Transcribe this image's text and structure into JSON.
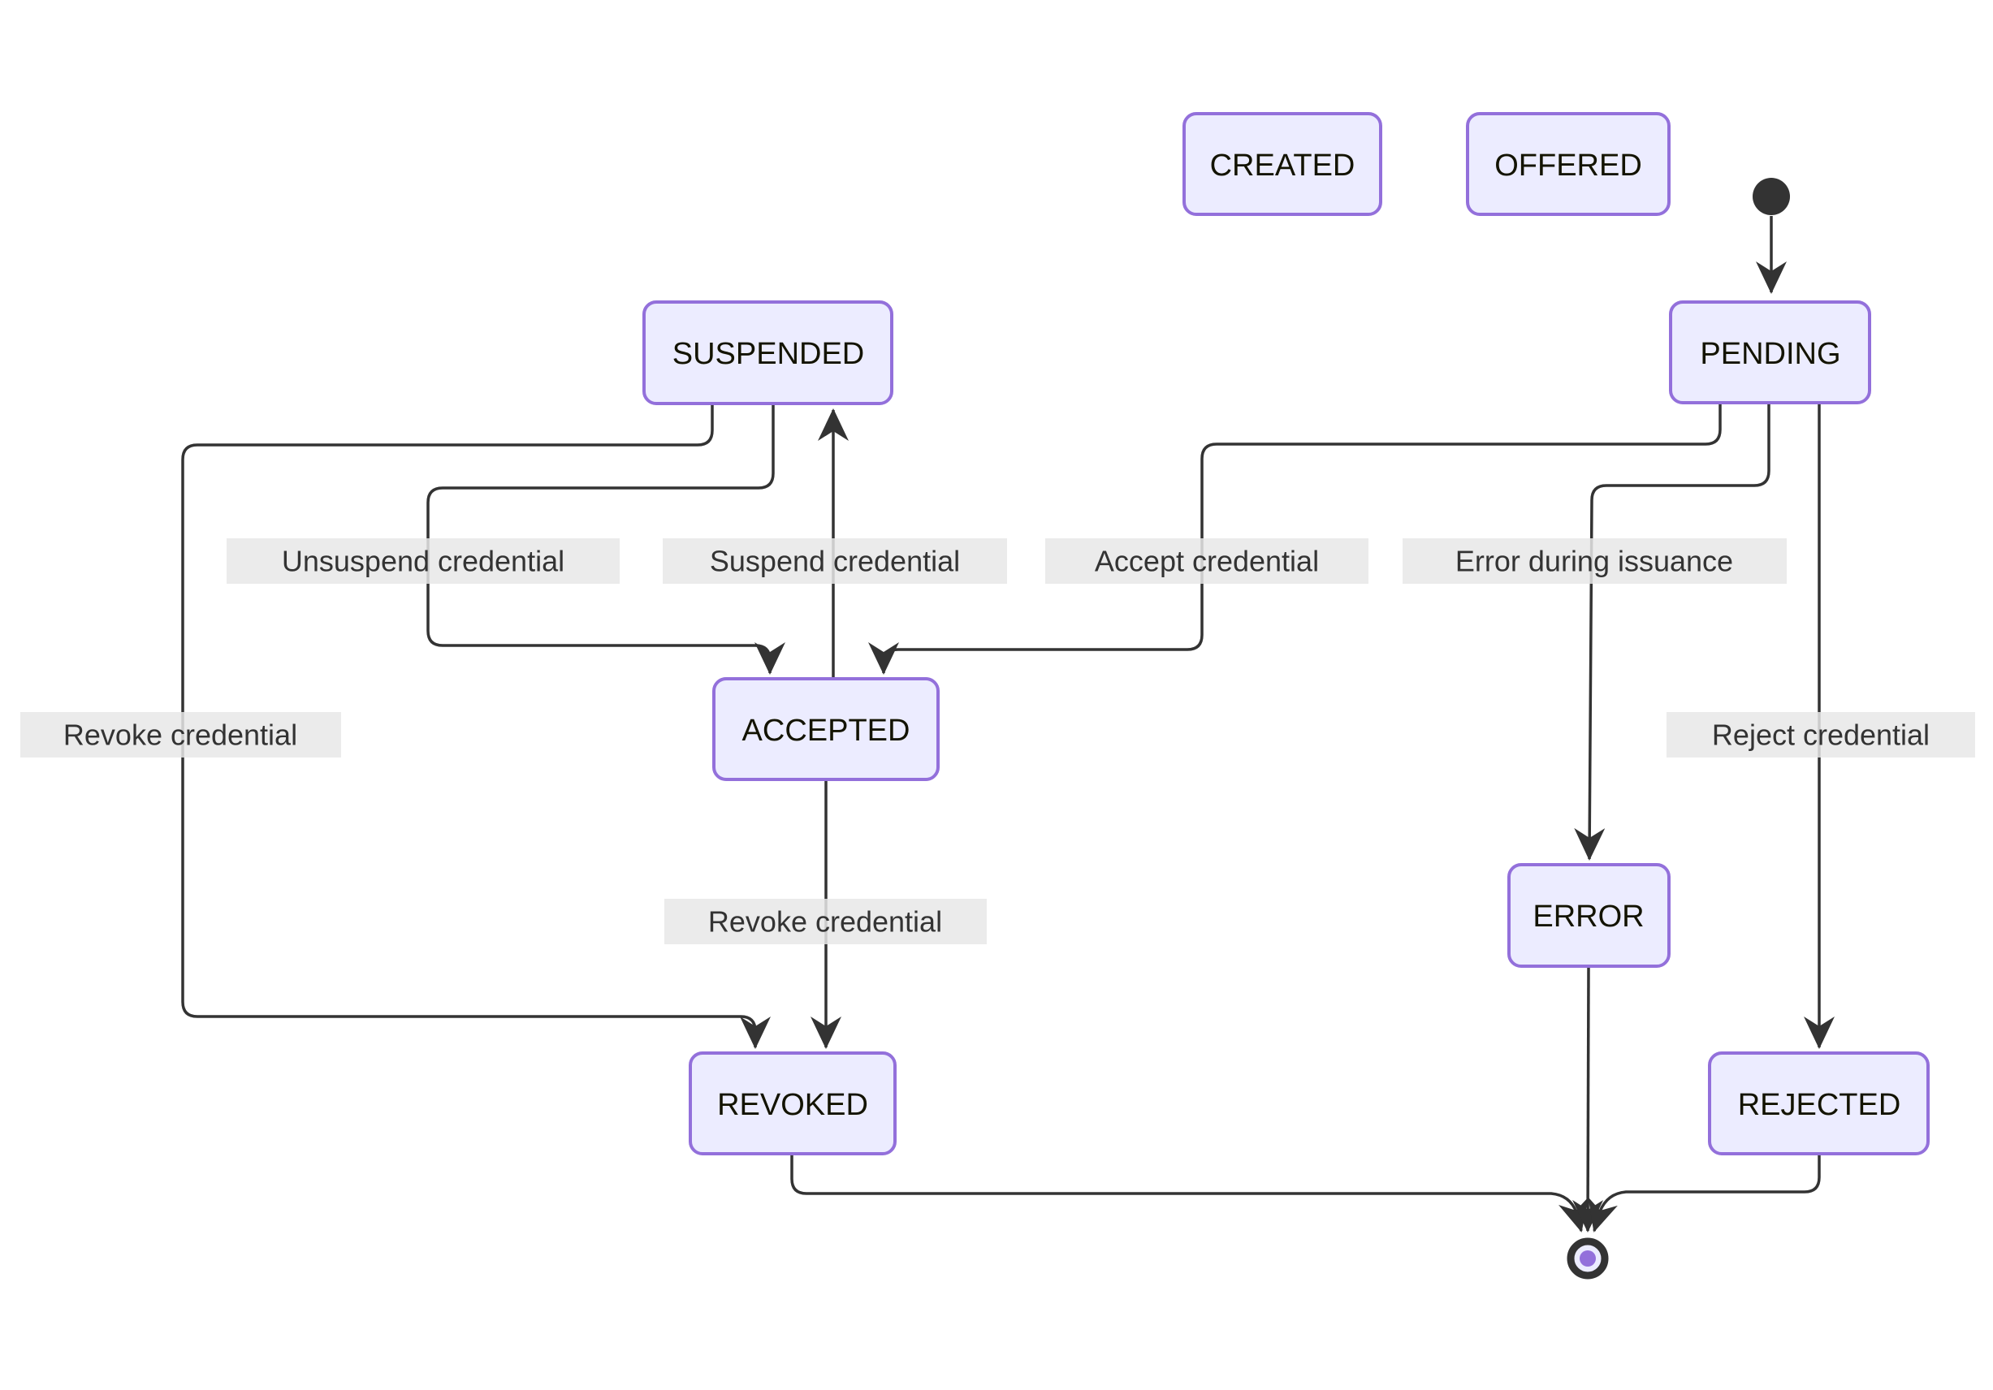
{
  "diagram": {
    "type": "state-machine",
    "states": {
      "created": {
        "label": "CREATED"
      },
      "offered": {
        "label": "OFFERED"
      },
      "pending": {
        "label": "PENDING"
      },
      "suspended": {
        "label": "SUSPENDED"
      },
      "accepted": {
        "label": "ACCEPTED"
      },
      "error": {
        "label": "ERROR"
      },
      "revoked": {
        "label": "REVOKED"
      },
      "rejected": {
        "label": "REJECTED"
      }
    },
    "transitions": {
      "accept_credential": {
        "label": "Accept credential"
      },
      "error_during_issuance": {
        "label": "Error during issuance"
      },
      "reject_credential": {
        "label": "Reject credential"
      },
      "unsuspend_credential": {
        "label": "Unsuspend credential"
      },
      "suspend_credential": {
        "label": "Suspend credential"
      },
      "revoke_credential_from_suspended": {
        "label": "Revoke credential"
      },
      "revoke_credential_from_accepted": {
        "label": "Revoke credential"
      }
    },
    "edges": [
      {
        "from": "start",
        "to": "PENDING",
        "label": ""
      },
      {
        "from": "PENDING",
        "to": "ACCEPTED",
        "label": "Accept credential"
      },
      {
        "from": "PENDING",
        "to": "ERROR",
        "label": "Error during issuance"
      },
      {
        "from": "PENDING",
        "to": "REJECTED",
        "label": "Reject credential"
      },
      {
        "from": "SUSPENDED",
        "to": "ACCEPTED",
        "label": "Unsuspend credential"
      },
      {
        "from": "ACCEPTED",
        "to": "SUSPENDED",
        "label": "Suspend credential"
      },
      {
        "from": "SUSPENDED",
        "to": "REVOKED",
        "label": "Revoke credential"
      },
      {
        "from": "ACCEPTED",
        "to": "REVOKED",
        "label": "Revoke credential"
      },
      {
        "from": "REVOKED",
        "to": "end",
        "label": ""
      },
      {
        "from": "ERROR",
        "to": "end",
        "label": ""
      },
      {
        "from": "REJECTED",
        "to": "end",
        "label": ""
      }
    ],
    "colors": {
      "state_fill": "#ECECFF",
      "state_border": "#9370DB",
      "edge_line": "#333333",
      "label_background": "#e8e8e8",
      "state_text": "#131300",
      "label_text": "#333333",
      "final_inner_dot": "#9370DB",
      "background": "#ffffff"
    }
  }
}
